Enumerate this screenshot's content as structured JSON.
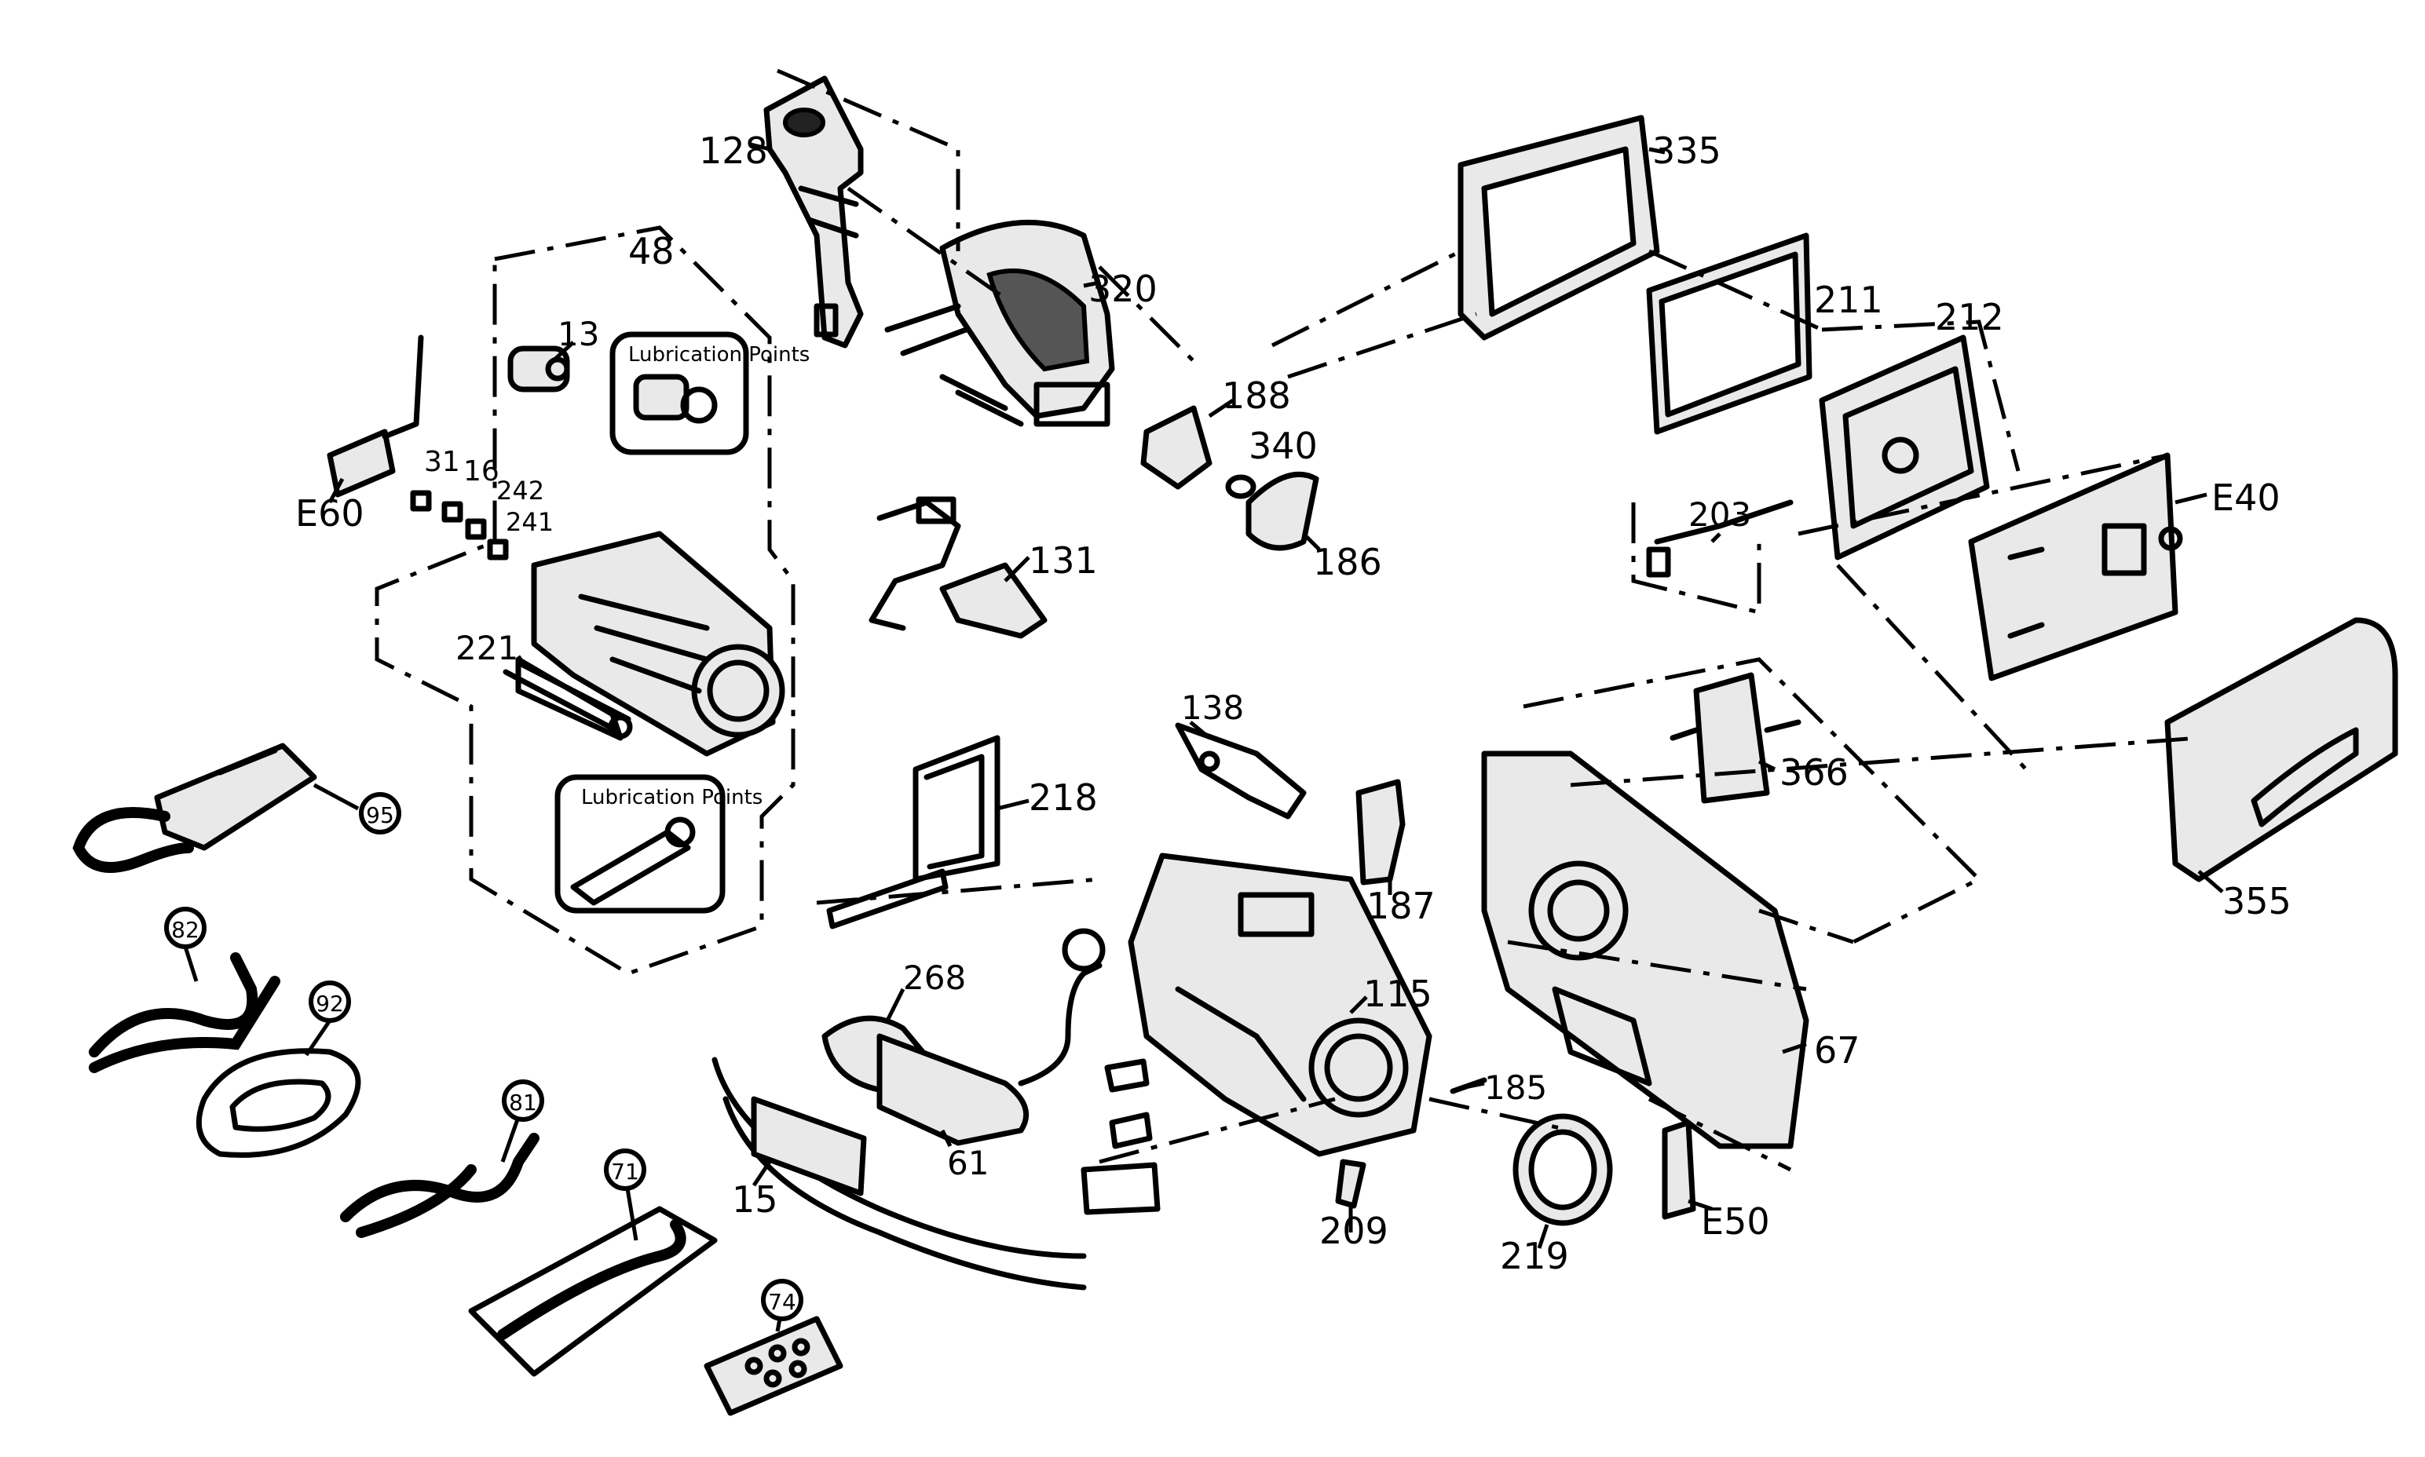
{
  "diagram": {
    "callouts": [
      {
        "id": "128",
        "text": "128"
      },
      {
        "id": "320",
        "text": "320"
      },
      {
        "id": "335",
        "text": "335"
      },
      {
        "id": "211",
        "text": "211"
      },
      {
        "id": "212",
        "text": "212"
      },
      {
        "id": "188",
        "text": "188"
      },
      {
        "id": "340",
        "text": "340"
      },
      {
        "id": "186",
        "text": "186"
      },
      {
        "id": "48",
        "text": "48"
      },
      {
        "id": "13",
        "text": "13"
      },
      {
        "id": "31",
        "text": "31"
      },
      {
        "id": "16",
        "text": "16"
      },
      {
        "id": "242",
        "text": "242"
      },
      {
        "id": "241",
        "text": "241"
      },
      {
        "id": "E60",
        "text": "E60"
      },
      {
        "id": "221",
        "text": "221"
      },
      {
        "id": "131",
        "text": "131"
      },
      {
        "id": "203",
        "text": "203"
      },
      {
        "id": "E40",
        "text": "E40"
      },
      {
        "id": "138",
        "text": "138"
      },
      {
        "id": "218",
        "text": "218"
      },
      {
        "id": "187",
        "text": "187"
      },
      {
        "id": "366",
        "text": "366"
      },
      {
        "id": "355",
        "text": "355"
      },
      {
        "id": "268",
        "text": "268"
      },
      {
        "id": "115",
        "text": "115"
      },
      {
        "id": "67",
        "text": "67"
      },
      {
        "id": "185",
        "text": "185"
      },
      {
        "id": "61",
        "text": "61"
      },
      {
        "id": "15",
        "text": "15"
      },
      {
        "id": "209",
        "text": "209"
      },
      {
        "id": "219",
        "text": "219"
      },
      {
        "id": "E50",
        "text": "E50"
      }
    ],
    "accessory_callouts": [
      {
        "id": "95",
        "text": "95"
      },
      {
        "id": "82",
        "text": "82"
      },
      {
        "id": "92",
        "text": "92"
      },
      {
        "id": "81",
        "text": "81"
      },
      {
        "id": "71",
        "text": "71"
      },
      {
        "id": "74",
        "text": "74"
      }
    ],
    "lubrication_label": "Lubrication Points"
  }
}
